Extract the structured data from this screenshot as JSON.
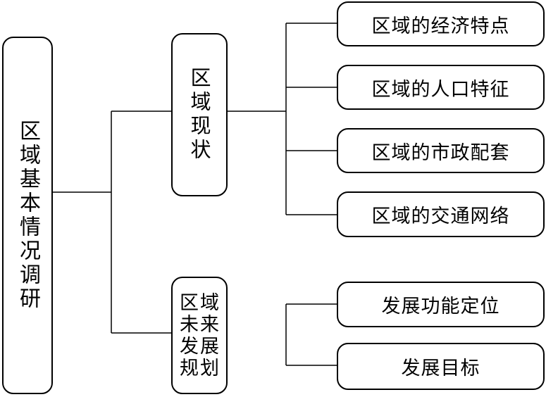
{
  "root": {
    "label": "区域基本情况调研"
  },
  "branches": [
    {
      "label": "区域现状",
      "children": [
        "区域的经济特点",
        "区域的人口特征",
        "区域的市政配套",
        "区域的交通网络"
      ]
    },
    {
      "label_chars": [
        "区",
        "未",
        "发",
        "规",
        "域",
        "来",
        "展",
        "划"
      ],
      "children": [
        "发展功能定位",
        "发展目标"
      ]
    }
  ]
}
